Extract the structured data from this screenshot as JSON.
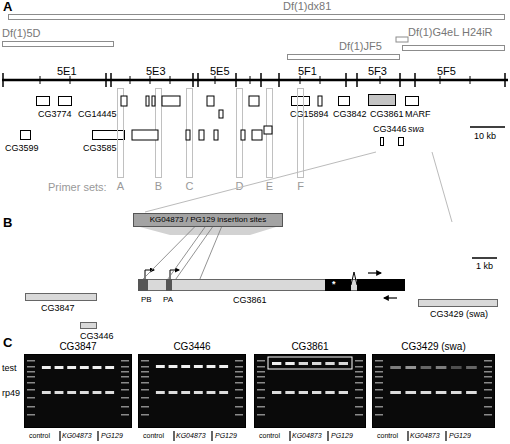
{
  "diagram": {
    "nodes": [
      {
        "text": [
          "Df(1)dx81"
        ]
      },
      {
        "text": [
          "Df(1)5D"
        ]
      },
      {
        "text": [
          "Df(1)JF5"
        ]
      },
      {
        "text": [
          "Df(1)G4eL H24iR"
        ]
      },
      {
        "text": [
          "CG3774"
        ]
      },
      {
        "text": [
          "CG14445"
        ]
      },
      {
        "text": [
          "CG15894"
        ]
      },
      {
        "text": [
          "CG3842"
        ]
      },
      {
        "text": [
          "CG3861"
        ]
      },
      {
        "text": [
          "MARF"
        ]
      },
      {
        "text": [
          "CG3599"
        ]
      },
      {
        "text": [
          "CG3585"
        ]
      },
      {
        "text": [
          "CG3446"
        ]
      },
      {
        "text": [
          "swa"
        ]
      },
      {
        "text": [
          "A"
        ]
      },
      {
        "text": [
          "B"
        ]
      },
      {
        "text": [
          "C"
        ]
      },
      {
        "text": [
          "D"
        ]
      },
      {
        "text": [
          "E"
        ]
      },
      {
        "text": [
          "F"
        ]
      },
      {
        "text": [
          "KG04873 / PG129 insertion sites"
        ]
      },
      {
        "text": [
          "CG3847"
        ]
      },
      {
        "text": [
          "CG3446"
        ]
      },
      {
        "text": [
          "CG3861"
        ]
      },
      {
        "text": [
          "CG3429 (swa)"
        ]
      },
      {
        "text": [
          "CG3847"
        ]
      },
      {
        "text": [
          "CG3446"
        ]
      },
      {
        "text": [
          "CG3861"
        ]
      },
      {
        "text": [
          "CG3429 (swa)"
        ]
      }
    ],
    "edges": [
      {
        "from": 20,
        "to": 23,
        "arrow": "none"
      },
      {
        "from": 20,
        "to": 23,
        "arrow": "none"
      },
      {
        "from": 20,
        "to": 23,
        "arrow": "none"
      },
      {
        "from": 20,
        "to": 23,
        "arrow": "none"
      }
    ],
    "labels": [
      "A",
      "5E1",
      "5E3",
      "5E5",
      "5F1",
      "5F3",
      "5F5",
      "Primer sets:",
      "10 kb",
      "B",
      "PB",
      "PA",
      "*",
      "1 kb",
      "C",
      "test",
      "rp49",
      "control",
      "KG04873",
      "PG129",
      "control",
      "KG04873",
      "PG129",
      "control",
      "KG04873",
      "PG129",
      "control",
      "KG04873",
      "PG129"
    ]
  }
}
